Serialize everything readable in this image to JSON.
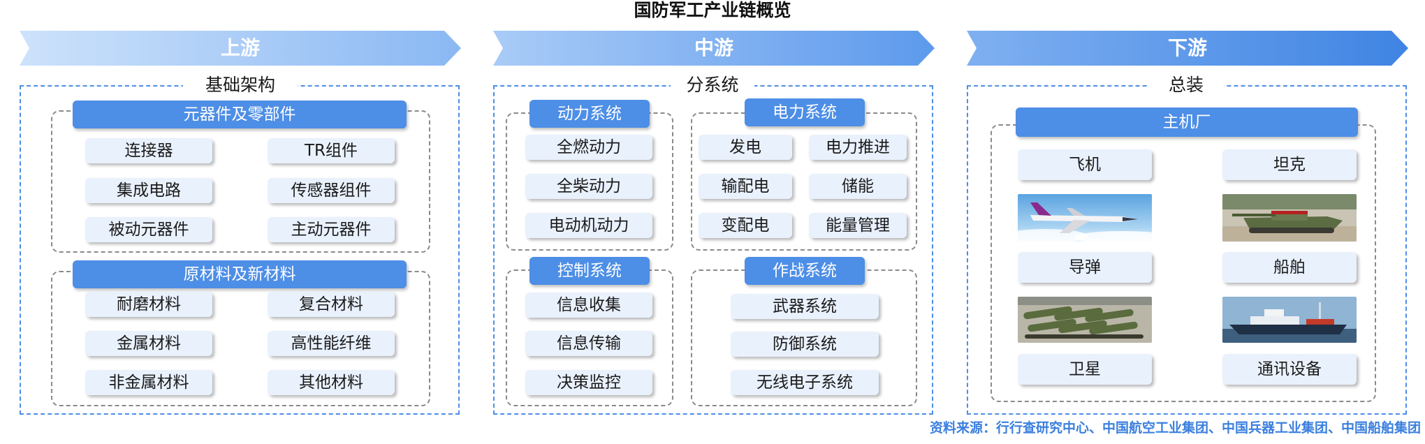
{
  "title": "国防军工产业链概览",
  "colors": {
    "accent": "#4d8ee6",
    "item_bg": "#e9f1fd",
    "banner_light": "#b5d2f8",
    "banner_dark": "#4d8ee6"
  },
  "upstream": {
    "banner": "上游",
    "section": "基础架构",
    "groups": [
      {
        "header": "元器件及零部件",
        "items": [
          "连接器",
          "TR组件",
          "集成电路",
          "传感器组件",
          "被动元器件",
          "主动元器件"
        ]
      },
      {
        "header": "原材料及新材料",
        "items": [
          "耐磨材料",
          "复合材料",
          "金属材料",
          "高性能纤维",
          "非金属材料",
          "其他材料"
        ]
      }
    ]
  },
  "midstream": {
    "banner": "中游",
    "section": "分系统",
    "groups": [
      {
        "header": "动力系统",
        "items": [
          "全燃动力",
          "全柴动力",
          "电动机动力"
        ]
      },
      {
        "header": "电力系统",
        "items": [
          "发电",
          "电力推进",
          "输配电",
          "储能",
          "变配电",
          "能量管理"
        ]
      },
      {
        "header": "控制系统",
        "items": [
          "信息收集",
          "信息传输",
          "决策监控"
        ]
      },
      {
        "header": "作战系统",
        "items": [
          "武器系统",
          "防御系统",
          "无线电子系统"
        ]
      }
    ]
  },
  "downstream": {
    "banner": "下游",
    "section": "总装",
    "group": {
      "header": "主机厂",
      "items": [
        "飞机",
        "坦克",
        "导弹",
        "船舶",
        "卫星",
        "通讯设备"
      ]
    }
  },
  "source": "资料来源：行行查研究中心、中国航空工业集团、中国兵器工业集团、中国船舶集团"
}
